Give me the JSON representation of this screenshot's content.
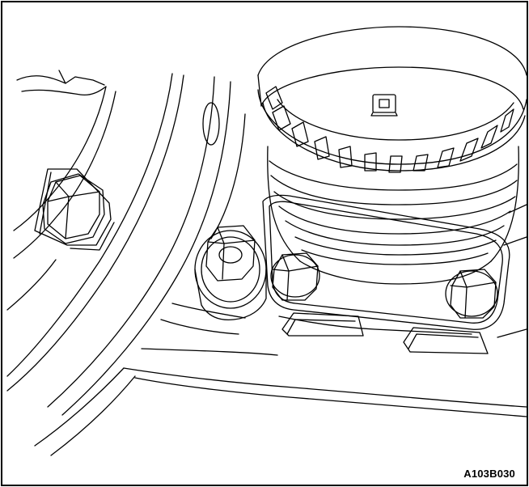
{
  "figure": {
    "code": "A103B030"
  },
  "parts": {
    "bolts": [
      "large-flange-bolt-left",
      "flange-nut-center",
      "mount-bolt-front",
      "mount-bolt-right"
    ],
    "assembly": [
      "bellows-boot",
      "top-reluctor-ring",
      "mount-flange-plate",
      "side-bracket",
      "lower-body-pan"
    ]
  }
}
